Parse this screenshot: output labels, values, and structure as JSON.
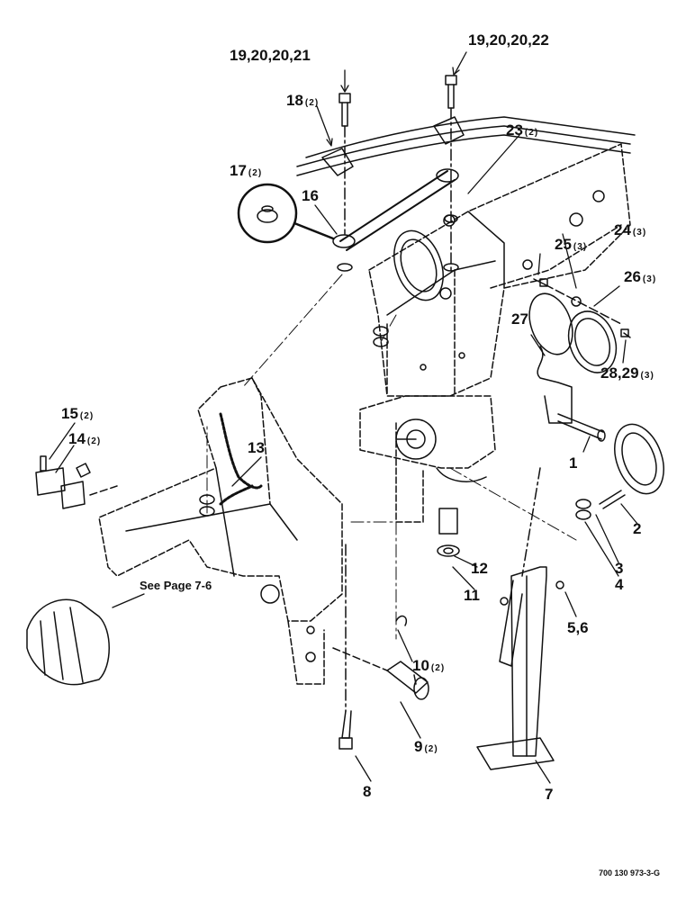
{
  "labels": {
    "p1": {
      "num": "1",
      "qty": ""
    },
    "p2": {
      "num": "2",
      "qty": ""
    },
    "p3": {
      "num": "3",
      "qty": ""
    },
    "p4": {
      "num": "4",
      "qty": ""
    },
    "p56": {
      "num": "5,6",
      "qty": ""
    },
    "p7": {
      "num": "7",
      "qty": ""
    },
    "p8": {
      "num": "8",
      "qty": ""
    },
    "p9": {
      "num": "9",
      "qty": "(2)"
    },
    "p10": {
      "num": "10",
      "qty": "(2)"
    },
    "p11": {
      "num": "11",
      "qty": ""
    },
    "p12": {
      "num": "12",
      "qty": ""
    },
    "p13": {
      "num": "13",
      "qty": ""
    },
    "p14": {
      "num": "14",
      "qty": "(2)"
    },
    "p15": {
      "num": "15",
      "qty": "(2)"
    },
    "p16": {
      "num": "16",
      "qty": ""
    },
    "p17": {
      "num": "17",
      "qty": "(2)"
    },
    "p18": {
      "num": "18",
      "qty": "(2)"
    },
    "p192021": {
      "num": "19,20,20,21",
      "qty": ""
    },
    "p192022": {
      "num": "19,20,20,22",
      "qty": ""
    },
    "p23": {
      "num": "23",
      "qty": "(2)"
    },
    "p24": {
      "num": "24",
      "qty": "(3)"
    },
    "p25": {
      "num": "25",
      "qty": "(3)"
    },
    "p26": {
      "num": "26",
      "qty": "(3)"
    },
    "p27": {
      "num": "27",
      "qty": ""
    },
    "p2829": {
      "num": "28,29",
      "qty": "(3)"
    }
  },
  "see_page_note": "See Page 7-6",
  "drawing_number": "700 130 973-3-G",
  "colors": {
    "ink": "#111111",
    "paper": "#ffffff"
  }
}
